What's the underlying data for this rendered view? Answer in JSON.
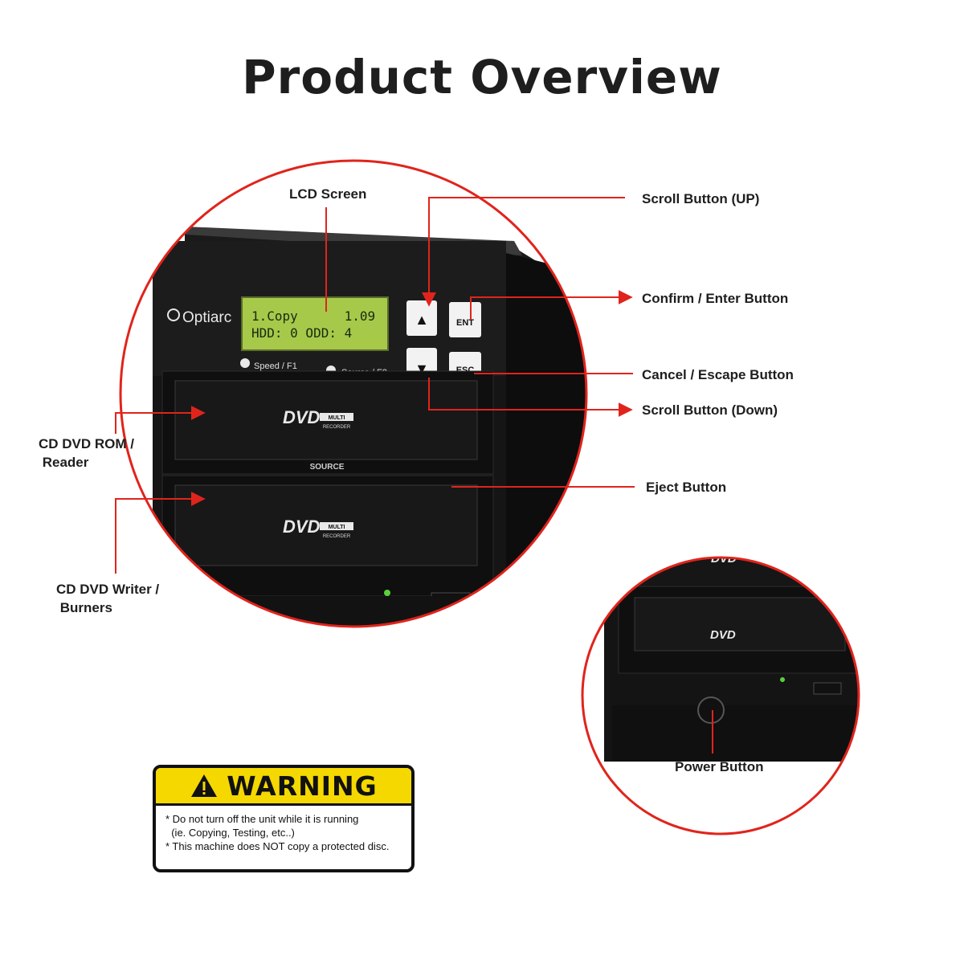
{
  "title": "Product Overview",
  "brand": "Optiarc",
  "lcd": {
    "line1": "1.Copy      1.09",
    "line2": "HDD: 0 ODD: 4"
  },
  "panel": {
    "speed_label": "Speed / F1",
    "source_label": "Source / F2",
    "ent_label": "ENT",
    "esc_label": "ESC",
    "up_glyph": "▲",
    "down_glyph": "▼",
    "dvd_logo": "DVD",
    "multi_label": "MULTI",
    "recorder_label": "RECORDER",
    "source_tray_label": "SOURCE"
  },
  "callouts": {
    "lcd_screen": "LCD Screen",
    "scroll_up": "Scroll Button (UP)",
    "confirm": "Confirm / Enter Button",
    "cancel": "Cancel / Escape Button",
    "scroll_down": "Scroll Button (Down)",
    "eject": "Eject Button",
    "reader": "CD DVD ROM /\n Reader",
    "writer": "CD DVD Writer /\n Burners",
    "power": "Power Button"
  },
  "warning": {
    "title": "WARNING",
    "line1": "* Do not turn off the unit while it is running",
    "line2": "  (ie. Copying, Testing, etc..)",
    "line3": "* This machine does NOT copy a protected disc."
  },
  "colors": {
    "accent_red": "#e0241c",
    "device_black": "#141414",
    "lcd_green": "#a6c94a",
    "warning_yellow": "#f4d800"
  }
}
